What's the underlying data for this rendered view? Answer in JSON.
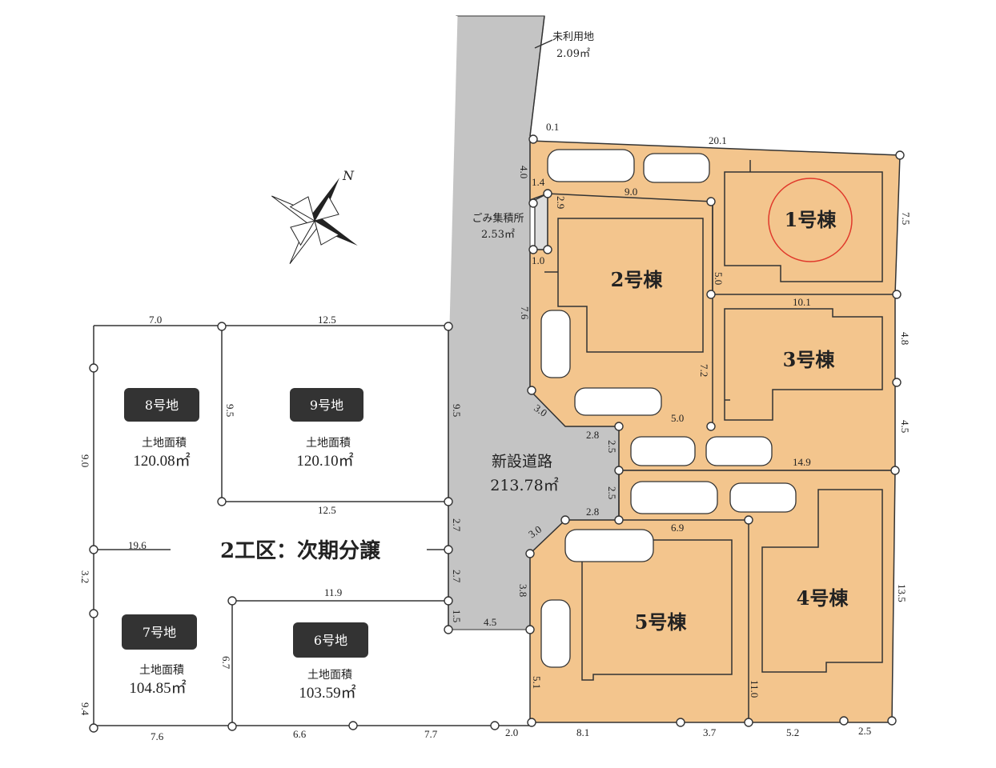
{
  "compass": {
    "label": "N"
  },
  "unused_land": {
    "name": "未利用地",
    "area": "2.09㎡"
  },
  "garbage": {
    "name": "ごみ集積所",
    "area": "2.53㎡"
  },
  "road": {
    "name": "新設道路",
    "area": "213.78㎡"
  },
  "next_phase": {
    "label": "2工区：次期分譲"
  },
  "buildings": [
    {
      "id": "1",
      "label": "1号棟"
    },
    {
      "id": "2",
      "label": "2号棟"
    },
    {
      "id": "3",
      "label": "3号棟"
    },
    {
      "id": "4",
      "label": "4号棟"
    },
    {
      "id": "5",
      "label": "5号棟"
    }
  ],
  "lots": [
    {
      "id": "8",
      "name": "8号地",
      "area_label": "土地面積",
      "area": "120.08㎡"
    },
    {
      "id": "9",
      "name": "9号地",
      "area_label": "土地面積",
      "area": "120.10㎡"
    },
    {
      "id": "7",
      "name": "7号地",
      "area_label": "土地面積",
      "area": "104.85㎡"
    },
    {
      "id": "6",
      "name": "6号地",
      "area_label": "土地面積",
      "area": "103.59㎡"
    }
  ],
  "dimensions": {
    "d_0_1": "0.1",
    "d_20_1": "20.1",
    "d_4_0": "4.0",
    "d_1_4": "1.4",
    "d_2_9": "2.9",
    "d_9_0_top": "9.0",
    "d_7_5": "7.5",
    "d_1_0": "1.0",
    "d_5_0_v": "5.0",
    "d_10_1": "10.1",
    "d_4_8": "4.8",
    "d_7_6": "7.6",
    "d_7_2": "7.2",
    "d_3_0_upper": "3.0",
    "d_2_8_upper": "2.8",
    "d_5_0_h": "5.0",
    "d_4_5": "4.5",
    "d_2_5_upper": "2.5",
    "d_14_9": "14.9",
    "d_2_5_lower": "2.5",
    "d_2_8_lower": "2.8",
    "d_6_9": "6.9",
    "d_3_0_lower": "3.0",
    "d_3_8": "3.8",
    "d_13_5": "13.5",
    "d_5_1": "5.1",
    "d_11_0": "11.0",
    "d_2_0": "2.0",
    "d_8_1": "8.1",
    "d_3_7": "3.7",
    "d_5_2": "5.2",
    "d_2_5_bottom": "2.5",
    "d_7_0": "7.0",
    "d_12_5_top": "12.5",
    "d_9_0_left": "9.0",
    "d_9_5_mid": "9.5",
    "d_9_5_right": "9.5",
    "d_12_5_mid": "12.5",
    "d_2_7_upper": "2.7",
    "d_19_6": "19.6",
    "d_3_2": "3.2",
    "d_2_7_lower": "2.7",
    "d_11_9": "11.9",
    "d_1_5": "1.5",
    "d_4_5_road": "4.5",
    "d_6_7": "6.7",
    "d_9_4": "9.4",
    "d_7_6_bottom": "7.6",
    "d_6_6": "6.6",
    "d_7_7": "7.7"
  },
  "colors": {
    "lot_fill": "#f3c58d",
    "road_fill": "#c4c4c4",
    "label_bg": "#333333",
    "highlight": "#e0392b"
  }
}
